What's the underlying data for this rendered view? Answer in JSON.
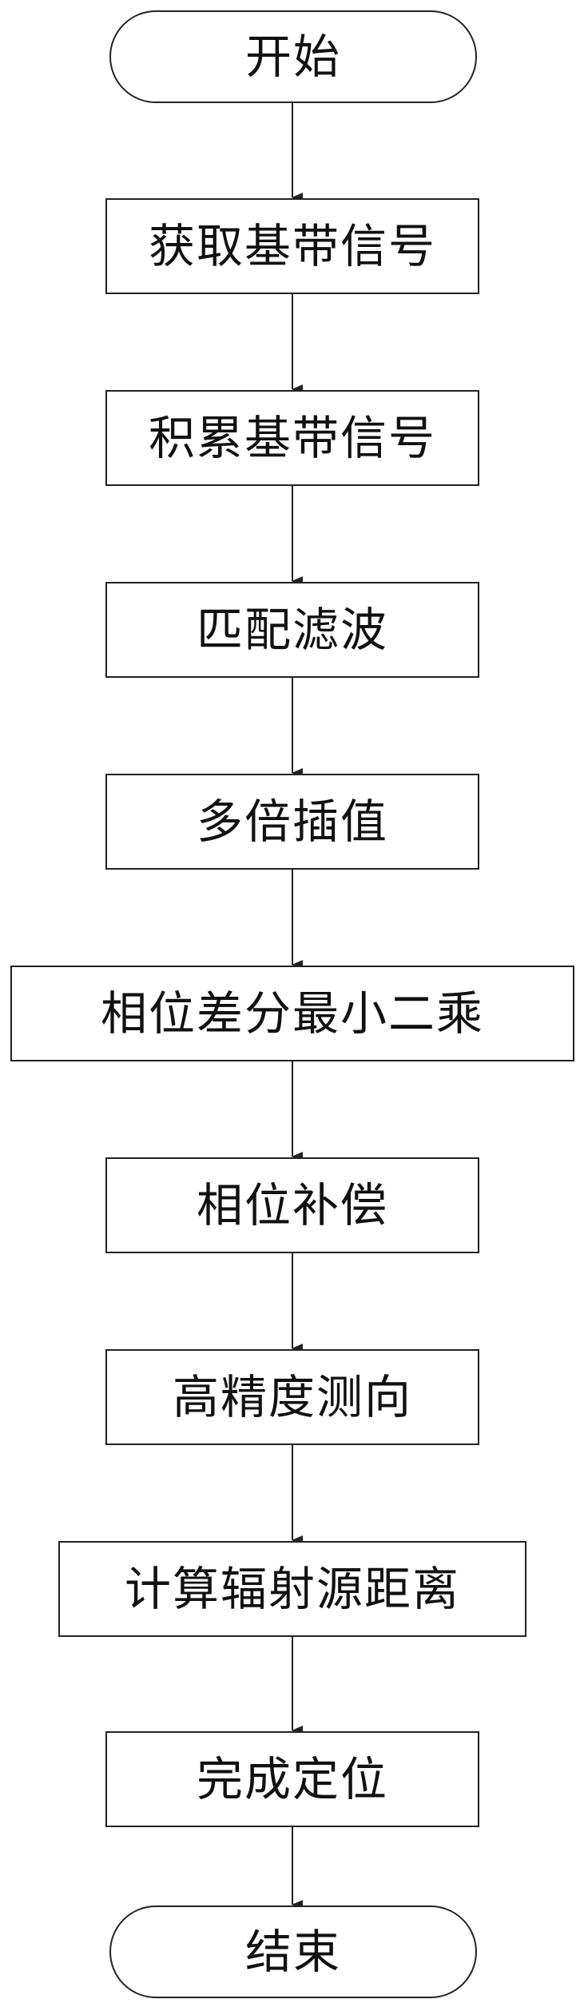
{
  "flowchart": {
    "start": "开始",
    "steps": [
      "获取基带信号",
      "积累基带信号",
      "匹配滤波",
      "多倍插值",
      "相位差分最小二乘",
      "相位补偿",
      "高精度测向",
      "计算辐射源距离",
      "完成定位"
    ],
    "end": "结束"
  },
  "colors": {
    "stroke": "#222222",
    "text": "#111111",
    "background": "#ffffff"
  }
}
